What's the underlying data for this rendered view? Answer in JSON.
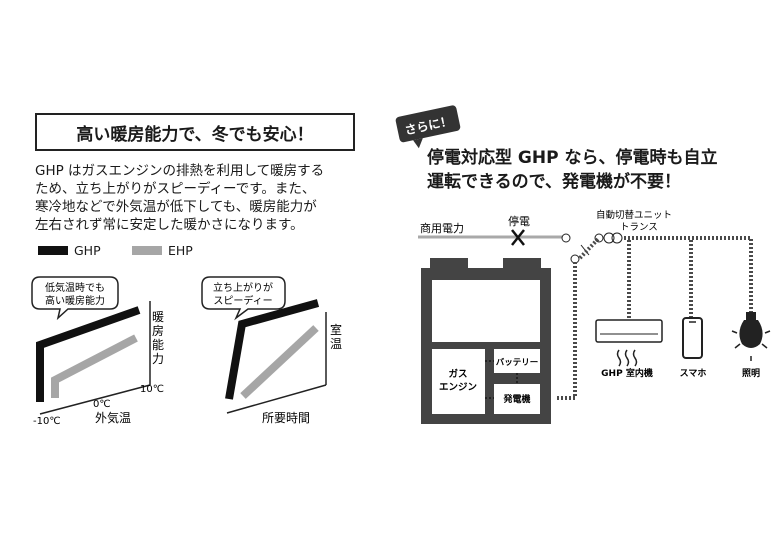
{
  "left": {
    "title": "高い暖房能力で、冬でも安心！",
    "description_lines": [
      "GHP はガスエンジンの排熱を利用して暖房する",
      "ため、立ち上がりがスピーディーです。また、",
      "寒冷地などで外気温が低下しても、暖房能力が",
      "左右されず常に安定した暖かさになります。"
    ],
    "legend": {
      "ghp": "GHP",
      "ehp": "EHP"
    },
    "chart1": {
      "callout": [
        "低気温時でも",
        "高い暖房能力"
      ],
      "ylabel_chars": [
        "暖",
        "房",
        "能",
        "力"
      ],
      "xlabel": "外気温",
      "ticks": {
        "t10": "10℃",
        "t0": "0℃",
        "tm10": "-10℃"
      }
    },
    "chart2": {
      "callout": [
        "立ち上がりが",
        "スピーディー"
      ],
      "ylabel_chars": [
        "室",
        "温"
      ],
      "xlabel": "所要時間"
    }
  },
  "right": {
    "badge": "さらに！",
    "headline": [
      "停電対応型 GHP なら、停電時も自立",
      "運転できるので、発電機が不要！"
    ],
    "labels": {
      "commercial_power": "商用電力",
      "outage": "停電",
      "switch_unit": "自動切替ユニット",
      "transformer": "トランス",
      "gas_engine": [
        "ガス",
        "エンジン"
      ],
      "battery": "バッテリー",
      "generator": "発電機",
      "ghp_indoor": "GHP 室内機",
      "smartphone": "スマホ",
      "lighting": "照明"
    }
  },
  "colors": {
    "ghp": "#111111",
    "ehp": "#a6a6a6",
    "unit": "#444444",
    "wire": "#a9a9a9"
  }
}
